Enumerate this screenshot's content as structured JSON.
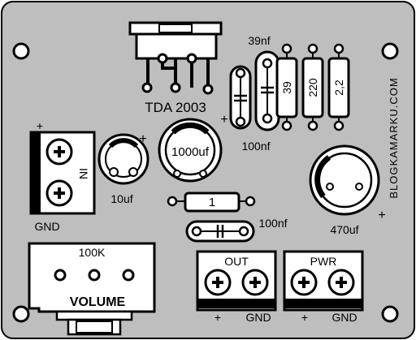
{
  "labels": {
    "chip": "TDA 2003",
    "cap_39nf": "39nf",
    "res_39": "39",
    "res_220": "220",
    "res_2_2": "2,2",
    "cap_1000uf": "1000uf",
    "cap_100nf_top": "100nf",
    "cap_10uf": "10uf",
    "cap_470uf": "470uf",
    "res_1": "1",
    "cap_100nf_bottom": "100nf",
    "pot_value": "100K",
    "pot_name": "VOLUME",
    "out_label": "OUT",
    "pwr_label": "PWR",
    "in_label": "IN",
    "gnd_in": "GND",
    "plus_in": "+",
    "plus_out": "+",
    "gnd_out": "GND",
    "plus_pwr": "+",
    "gnd_pwr": "GND",
    "plus_1000": "+",
    "plus_10": "+",
    "plus_470": "+",
    "website": "BLOGKAMARKU.COM"
  },
  "colors": {
    "board": "#bebebe",
    "outline": "#000000",
    "pad": "#ffffff",
    "component_fill": "#ffffff"
  }
}
